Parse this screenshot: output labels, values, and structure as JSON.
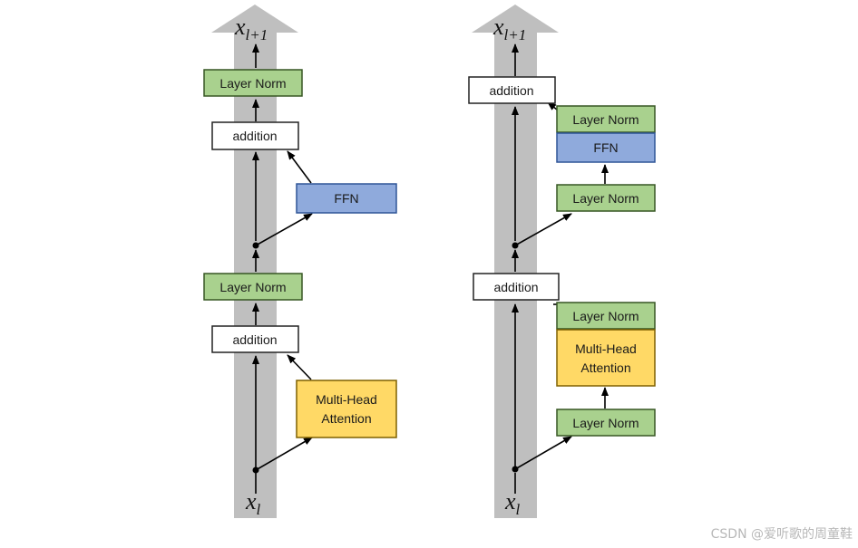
{
  "labels": {
    "layer_norm": "Layer Norm",
    "addition": "addition",
    "ffn": "FFN",
    "mha_line1": "Multi-Head",
    "mha_line2": "Attention"
  },
  "math": {
    "x": "x",
    "sub_in": "l",
    "sub_out": "l+1"
  },
  "colors": {
    "green_fill": "#a9d18e",
    "green_border": "#375623",
    "blue_fill": "#8faadc",
    "blue_border": "#2f5597",
    "yellow_fill": "#ffd966",
    "yellow_border": "#7f6000",
    "white_border": "#222222",
    "trunk": "#bfbfbf"
  },
  "watermark": "CSDN @爱听歌的周童鞋"
}
